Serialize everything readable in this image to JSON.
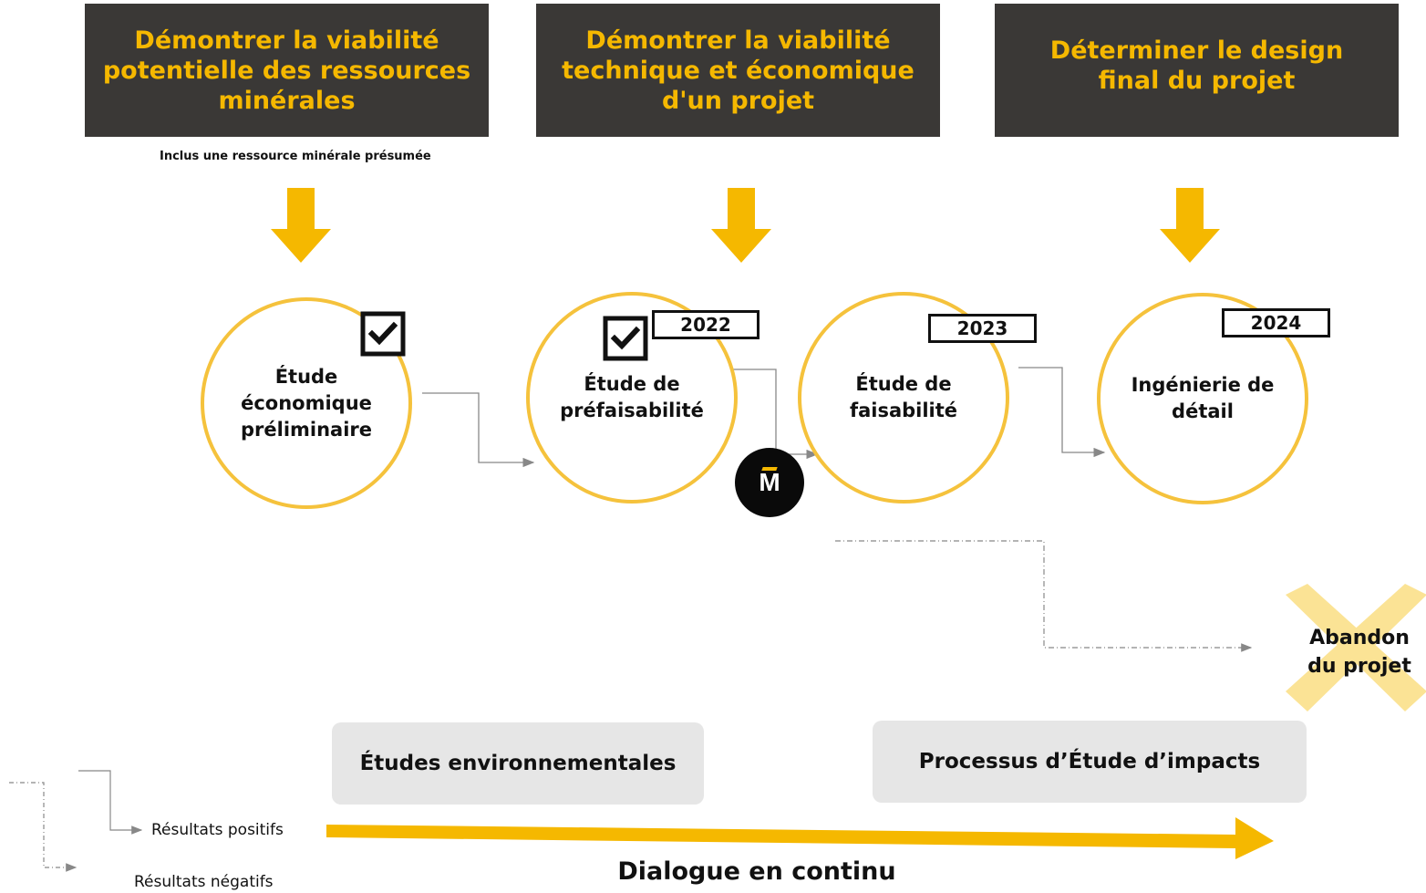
{
  "headers": [
    {
      "lines": [
        "Démontrer la viabilité",
        "potentielle des ressources",
        "minérales"
      ]
    },
    {
      "lines": [
        "Démontrer la viabilité",
        "technique et économique",
        "d'un projet"
      ]
    },
    {
      "lines": [
        "Déterminer le design",
        "final du projet"
      ]
    }
  ],
  "note": "Inclus une ressource minérale présumée",
  "stages": [
    {
      "lines": [
        "Étude",
        "économique",
        "préliminaire"
      ],
      "year": "",
      "checked": true
    },
    {
      "lines": [
        "Étude de",
        "préfaisabilité"
      ],
      "year": "2022",
      "checked": true
    },
    {
      "lines": [
        "Étude de",
        "faisabilité"
      ],
      "year": "2023",
      "checked": false
    },
    {
      "lines": [
        "Ingénierie de",
        "détail"
      ],
      "year": "2024",
      "checked": false
    }
  ],
  "badge_letter": "M",
  "abandon": [
    "Abandon",
    "du projet"
  ],
  "boxes": {
    "env": "Études environnementales",
    "impact": "Processus d’Étude d’impacts"
  },
  "dialogue": "Dialogue en continu",
  "legend": {
    "positive": "Résultats positifs",
    "negative": "Résultats négatifs"
  },
  "colors": {
    "header_bg": "#3a3836",
    "accent": "#f5b800",
    "circle_border": "#f5c23c",
    "box_bg": "#e6e6e6"
  }
}
